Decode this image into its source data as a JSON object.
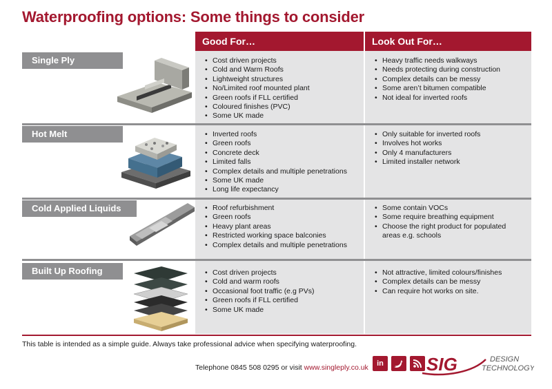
{
  "title": "Waterproofing options: Some things to consider",
  "headers": {
    "good": "Good For…",
    "lookout": "Look Out For…"
  },
  "rows": [
    {
      "label": "Single Ply",
      "good": [
        "Cost driven projects",
        "Cold and Warm Roofs",
        "Lightweight structures",
        "No/Limited roof mounted plant",
        "Green roofs if FLL certified",
        "Coloured finishes (PVC)",
        "Some UK made"
      ],
      "lookout": [
        "Heavy traffic needs walkways",
        "Needs protecting during construction",
        "Complex details can be messy",
        "Some aren’t bitumen compatible",
        "Not ideal for inverted roofs"
      ]
    },
    {
      "label": "Hot Melt",
      "good": [
        "Inverted roofs",
        "Green roofs",
        "Concrete deck",
        "Limited falls",
        "Complex details and multiple penetrations",
        "Some UK made",
        "Long life expectancy"
      ],
      "lookout": [
        "Only suitable for inverted roofs",
        "Involves hot works",
        "Only 4 manufacturers",
        "Limited installer network"
      ]
    },
    {
      "label": "Cold Applied Liquids",
      "good": [
        "Roof refurbishment",
        "Green roofs",
        "Heavy plant areas",
        "Restricted working space balconies",
        "Complex details and multiple penetrations"
      ],
      "lookout": [
        "Some contain VOCs",
        "Some require breathing equipment",
        "Choose the right product for populated areas e.g. schools"
      ]
    },
    {
      "label": "Built Up Roofing",
      "good": [
        "Cost driven projects",
        "Cold and warm roofs",
        "Occasional foot traffic (e.g PVs)",
        "Green roofs if FLL certified",
        "Some UK made"
      ],
      "lookout": [
        "Not attractive, limited colours/finishes",
        "Complex details can be messy",
        "Can require hot works on site."
      ]
    }
  ],
  "disclaimer": "This table is intended as a simple guide. Always take professional advice when specifying waterproofing.",
  "contact": {
    "prefix": "Telephone 0845 508 0295 or visit ",
    "url": "www.singleply.co.uk"
  },
  "social": {
    "linkedin": "in",
    "twitter_icon": "twitter-bird-icon",
    "rss_icon": "rss-icon"
  },
  "logo": {
    "brand": "SIG",
    "line1": "DESIGN",
    "line2": "TECHNOLOGY"
  },
  "colors": {
    "accent": "#a3182f",
    "label_grey": "#8f8f91",
    "cell_bg": "#e4e4e5"
  }
}
